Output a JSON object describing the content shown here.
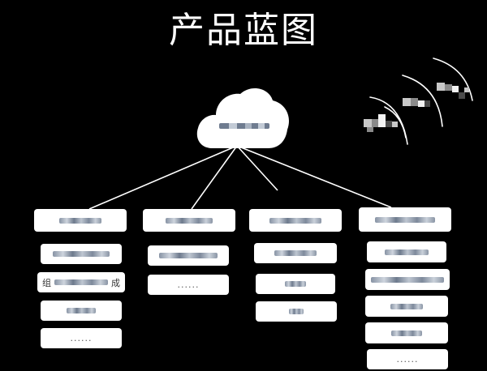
{
  "title": "产品蓝图",
  "cloud": {
    "label_hidden": true
  },
  "columns": [
    {
      "header_hidden": true,
      "items": [
        {
          "type": "blurred"
        },
        {
          "type": "mixed",
          "prefix": "组",
          "suffix": "成"
        },
        {
          "type": "blurred"
        },
        {
          "type": "ellipsis",
          "text": "......"
        }
      ]
    },
    {
      "header_hidden": true,
      "items": [
        {
          "type": "blurred"
        },
        {
          "type": "ellipsis",
          "text": "......"
        }
      ]
    },
    {
      "header_hidden": true,
      "items": [
        {
          "type": "blurred"
        },
        {
          "type": "blurred"
        },
        {
          "type": "blurred"
        }
      ]
    },
    {
      "header_hidden": true,
      "items": [
        {
          "type": "blurred"
        },
        {
          "type": "blurred"
        },
        {
          "type": "blurred"
        },
        {
          "type": "blurred"
        },
        {
          "type": "ellipsis",
          "text": "......"
        }
      ]
    }
  ],
  "colors": {
    "background": "#000000",
    "foreground": "#ffffff",
    "connector": "#ffffff"
  },
  "icons": [
    "cloud-icon",
    "wifi-signal-icon"
  ]
}
